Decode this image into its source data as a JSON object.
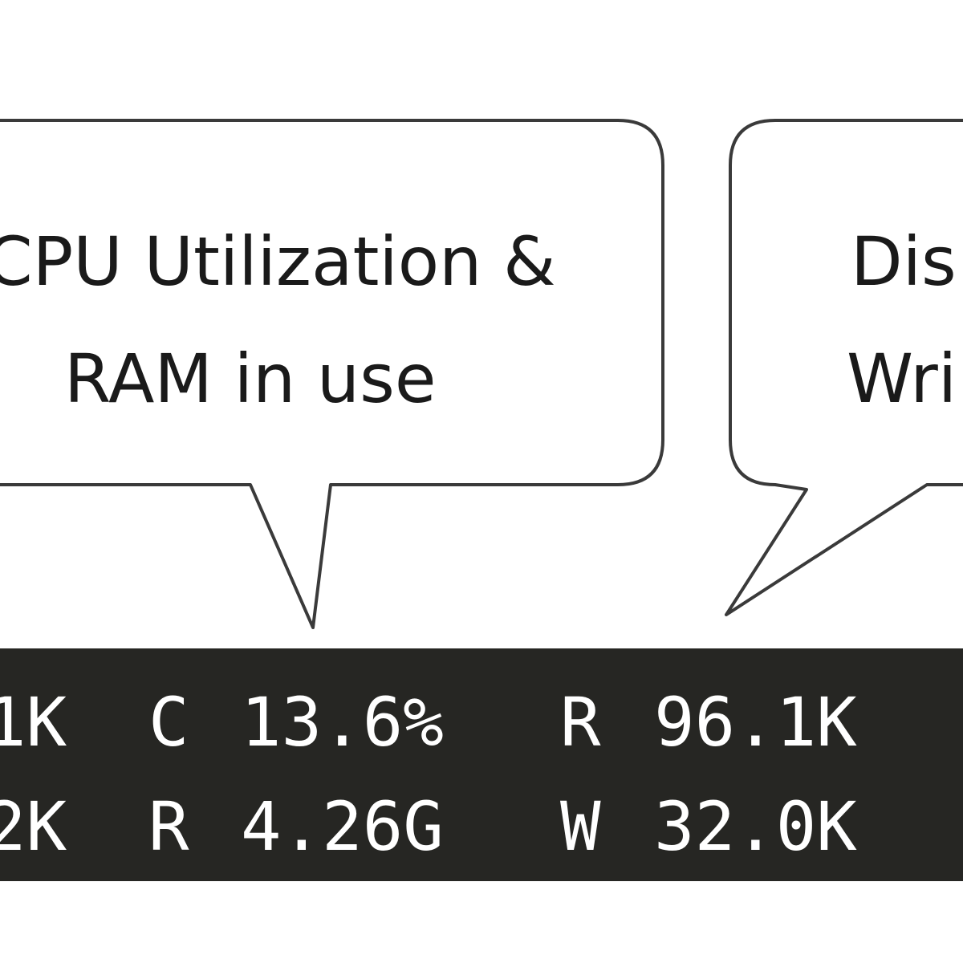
{
  "callouts": {
    "cpu": {
      "line1": "CPU Utilization &",
      "line2": "RAM in use"
    },
    "disk": {
      "line1": "Dis",
      "line2": "Wri"
    }
  },
  "status_bar": {
    "row1": {
      "fragment": "1K",
      "cpu_label": "C",
      "cpu_value": "13.6%",
      "disk_read_label": "R",
      "disk_read_value": "96.1K"
    },
    "row2": {
      "fragment": "2K",
      "ram_label": "R",
      "ram_value": "4.26G",
      "disk_write_label": "W",
      "disk_write_value": "32.0K"
    }
  },
  "colors": {
    "status_bg": "#262623",
    "label_text": "#ffffff",
    "value_text": "#ffffff"
  }
}
